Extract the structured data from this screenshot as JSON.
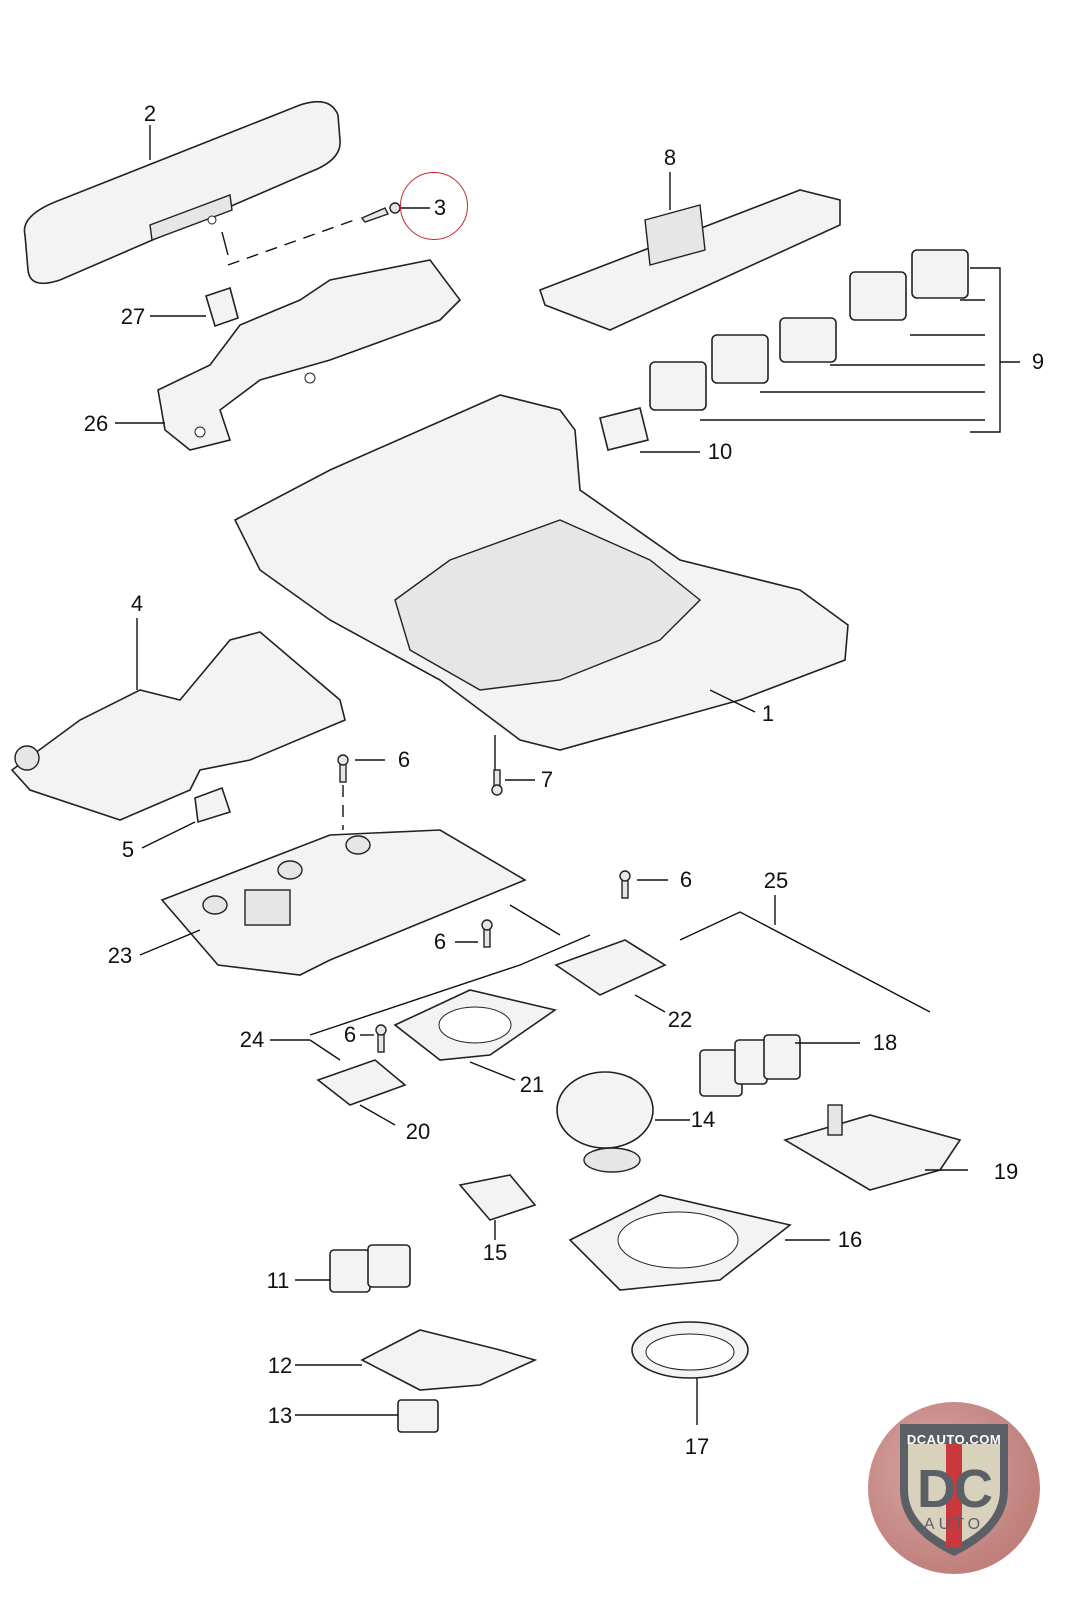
{
  "diagram": {
    "title": "Overhead console assembly – exploded parts diagram",
    "highlighted_part": "3",
    "highlight_color": "#c7262b",
    "callouts": [
      {
        "id": "c1",
        "label": "1"
      },
      {
        "id": "c2",
        "label": "2"
      },
      {
        "id": "c3",
        "label": "3"
      },
      {
        "id": "c4",
        "label": "4"
      },
      {
        "id": "c5",
        "label": "5"
      },
      {
        "id": "c6a",
        "label": "6"
      },
      {
        "id": "c6b",
        "label": "6"
      },
      {
        "id": "c6c",
        "label": "6"
      },
      {
        "id": "c6d",
        "label": "6"
      },
      {
        "id": "c7",
        "label": "7"
      },
      {
        "id": "c8",
        "label": "8"
      },
      {
        "id": "c9",
        "label": "9"
      },
      {
        "id": "c10",
        "label": "10"
      },
      {
        "id": "c11",
        "label": "11"
      },
      {
        "id": "c12",
        "label": "12"
      },
      {
        "id": "c13",
        "label": "13"
      },
      {
        "id": "c14",
        "label": "14"
      },
      {
        "id": "c15",
        "label": "15"
      },
      {
        "id": "c16",
        "label": "16"
      },
      {
        "id": "c17",
        "label": "17"
      },
      {
        "id": "c18",
        "label": "18"
      },
      {
        "id": "c19",
        "label": "19"
      },
      {
        "id": "c20",
        "label": "20"
      },
      {
        "id": "c21",
        "label": "21"
      },
      {
        "id": "c22",
        "label": "22"
      },
      {
        "id": "c23",
        "label": "23"
      },
      {
        "id": "c24",
        "label": "24"
      },
      {
        "id": "c25",
        "label": "25"
      },
      {
        "id": "c26",
        "label": "26"
      },
      {
        "id": "c27",
        "label": "27"
      }
    ]
  },
  "watermark": {
    "site": "DCAUTO.COM",
    "brand": "DC",
    "sub": "AUTO",
    "colors": {
      "shield_red": "#c9383c",
      "shield_gray": "#5b6066",
      "shield_cream": "#d8d2bd",
      "bg": "#c0807c"
    }
  }
}
